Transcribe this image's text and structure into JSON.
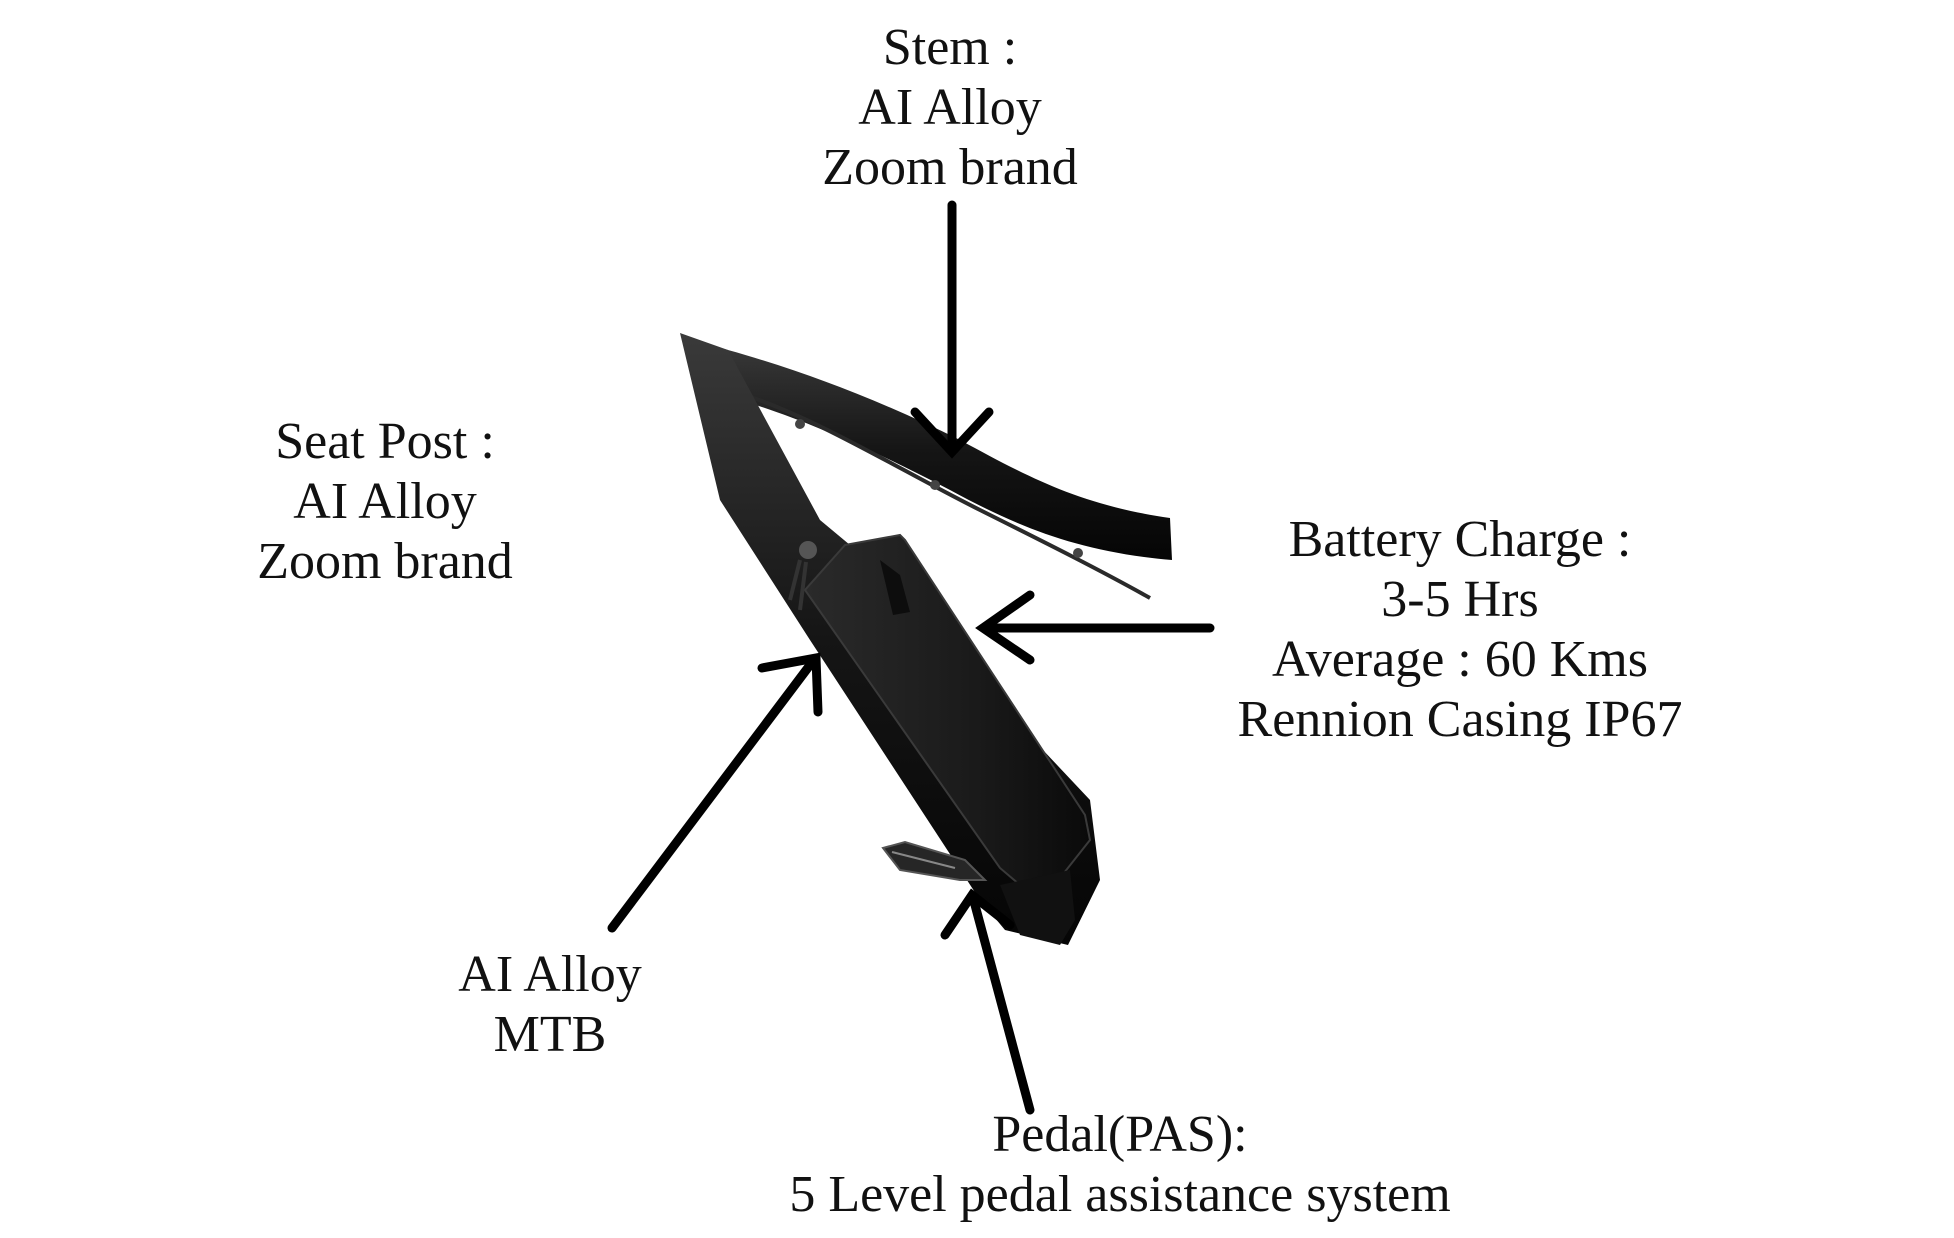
{
  "labels": {
    "stem": {
      "title": "Stem :",
      "line1": "AI Alloy",
      "line2": "Zoom brand"
    },
    "seat_post": {
      "title": "Seat Post :",
      "line1": "AI Alloy",
      "line2": "Zoom brand"
    },
    "battery": {
      "title": "Battery Charge :",
      "line1": "3-5 Hrs",
      "line2": "Average : 60 Kms",
      "line3": "Rennion Casing IP67"
    },
    "frame": {
      "line1": "AI Alloy",
      "line2": "MTB"
    },
    "pedal": {
      "title": "Pedal(PAS):",
      "line1": "5 Level pedal assistance system"
    }
  },
  "colors": {
    "arrow": "#000000",
    "frame": "#1a1a1a",
    "battery": "#202020",
    "background": "#ffffff"
  }
}
